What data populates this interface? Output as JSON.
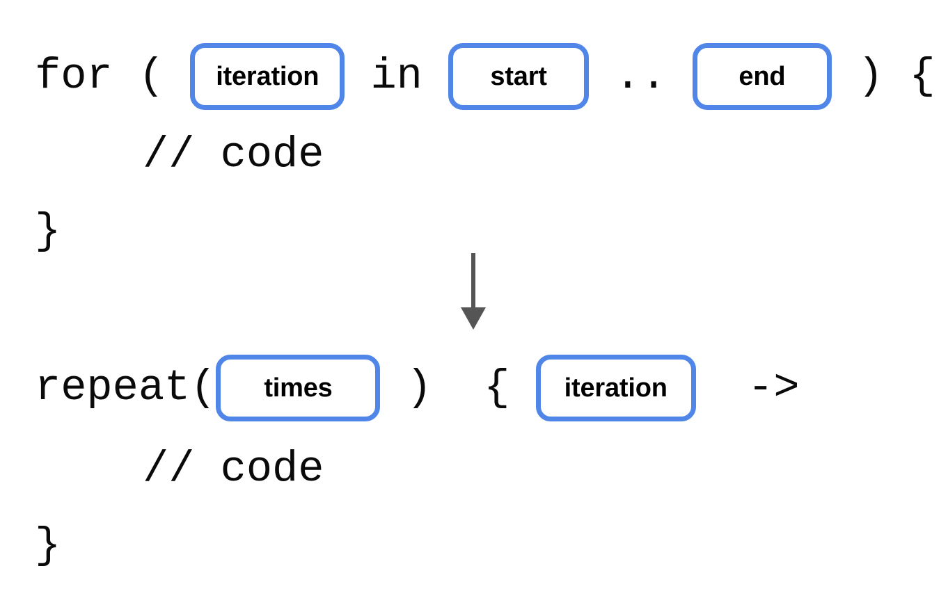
{
  "diagram": {
    "title": "kotlin-for-loop-to-repeat-transformation",
    "accent_color": "#4f86e8",
    "text_color": "#0a0a0a",
    "arrow_color": "#555555",
    "background": "#ffffff",
    "blocks": [
      {
        "id": "for-block",
        "lines": [
          {
            "id": "for-signature",
            "parts": [
              {
                "type": "code",
                "text": "for "
              },
              {
                "type": "code",
                "text": "( "
              },
              {
                "type": "placeholder",
                "text": "iteration"
              },
              {
                "type": "code",
                "text": " in "
              },
              {
                "type": "placeholder",
                "text": "start"
              },
              {
                "type": "code",
                "text": " .. "
              },
              {
                "type": "placeholder",
                "text": "end"
              },
              {
                "type": "code",
                "text": " ) "
              },
              {
                "type": "code",
                "text": "{"
              }
            ]
          },
          {
            "id": "for-body-comment",
            "text": "// code"
          },
          {
            "id": "for-closing-brace",
            "text": "}"
          }
        ]
      },
      {
        "id": "repeat-block",
        "lines": [
          {
            "id": "repeat-signature",
            "parts": [
              {
                "type": "code",
                "text": "repeat("
              },
              {
                "type": "placeholder",
                "text": "times"
              },
              {
                "type": "code",
                "text": " ) "
              },
              {
                "type": "code",
                "text": " { "
              },
              {
                "type": "placeholder",
                "text": "iteration"
              },
              {
                "type": "code",
                "text": "  ->"
              }
            ]
          },
          {
            "id": "repeat-body-comment",
            "text": "// code"
          },
          {
            "id": "repeat-closing-brace",
            "text": "}"
          }
        ]
      }
    ],
    "arrow": {
      "id": "transform-arrow",
      "direction": "down"
    },
    "tokens": {
      "for_keyword": "for ",
      "open_paren": "( ",
      "in_keyword": " in ",
      "range_operator": " .. ",
      "close_paren_brace": " ) ",
      "open_brace": "{",
      "repeat_call": "repeat(",
      "close_paren": " ) ",
      "lambda_open_brace": " { ",
      "lambda_arrow": "  ->",
      "comment": "// code",
      "close_brace": "}"
    },
    "placeholders": {
      "iteration": "iteration",
      "start": "start",
      "end": "end",
      "times": "times",
      "iteration2": "iteration"
    }
  }
}
